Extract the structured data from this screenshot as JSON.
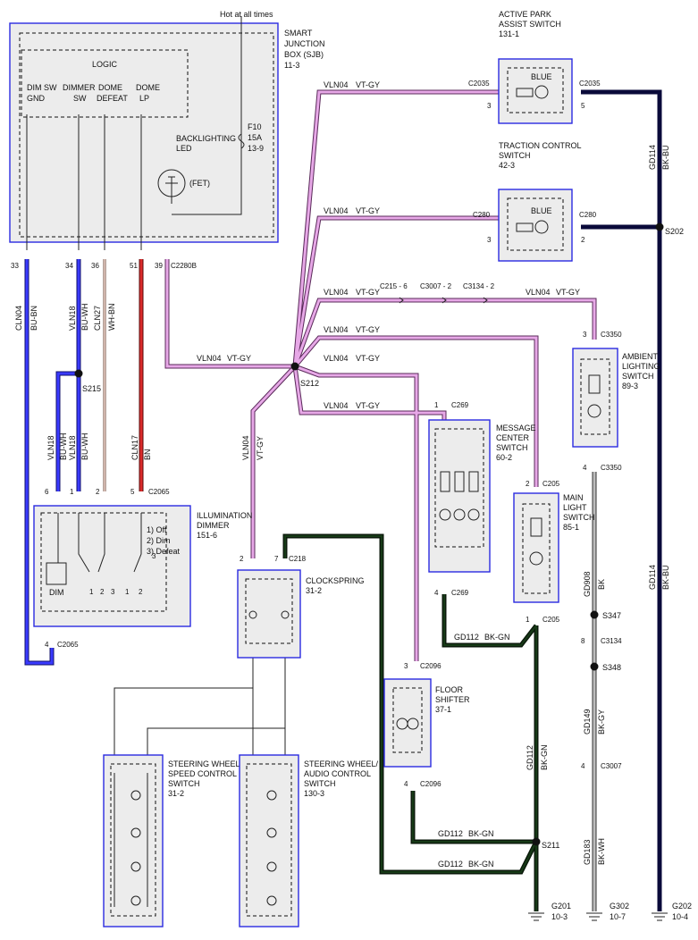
{
  "sjb": {
    "hot": "Hot at all times",
    "name": [
      "SMART",
      "JUNCTION",
      "BOX (SJB)",
      "11-3"
    ],
    "logic": "LOGIC",
    "dim_sw_gnd": [
      "DIM SW",
      "GND"
    ],
    "dimmer_sw": [
      "DIMMER",
      "SW"
    ],
    "dome_defeat": [
      "DOME",
      "DEFEAT"
    ],
    "dome_lp": [
      "DOME",
      "LP"
    ],
    "backlighting": [
      "BACKLIGHTING",
      "LED"
    ],
    "fet": "(FET)",
    "fuse": [
      "F10",
      "15A",
      "13-9"
    ],
    "pins": [
      "33",
      "34",
      "36",
      "51",
      "39"
    ],
    "connector": "C2280B"
  },
  "wires": {
    "clnoa": "CLN04",
    "bubn": "BU-BN",
    "vln18": "VLN18",
    "buwh": "BU-WH",
    "cln27": "CLN27",
    "whbn": "WH-BN",
    "cln17": "CLN17",
    "bn": "BN",
    "vln04": "VLN04",
    "vtgy": "VT-GY",
    "gd112": "GD112",
    "bkgn": "BK-GN",
    "gd114": "GD114",
    "bkbu": "BK-BU",
    "gd908": "GD908",
    "bk": "BK",
    "gd149": "GD149",
    "bkgy": "BK-GY",
    "gd183": "GD183",
    "bkwh": "BK-WH"
  },
  "splices": {
    "s215": "S215",
    "s212": "S212",
    "s202": "S202",
    "s347": "S347",
    "s348": "S348",
    "s211": "S211"
  },
  "connectors": {
    "c2035": "C2035",
    "c280": "C280",
    "c215": "C215 - 6",
    "c3007": "C3007 - 2",
    "c3134": "C3134 - 2",
    "c3350": "C3350",
    "c269": "C269",
    "c205": "C205",
    "c2065": "C2065",
    "c218": "C218",
    "c2096": "C2096",
    "c3134b": "C3134",
    "c3007b": "C3007"
  },
  "pins": {
    "p3": "3",
    "p5": "5",
    "p2": "2",
    "p1": "1",
    "p4": "4",
    "p6": "6",
    "p7": "7",
    "p8": "8"
  },
  "components": {
    "park_assist": [
      "ACTIVE PARK",
      "ASSIST SWITCH",
      "131-1"
    ],
    "traction": [
      "TRACTION CONTROL",
      "SWITCH",
      "42-3"
    ],
    "blue": "BLUE",
    "ambient": [
      "AMBIENT",
      "LIGHTING",
      "SWITCH",
      "89-3"
    ],
    "message": [
      "MESSAGE",
      "CENTER",
      "SWITCH",
      "60-2"
    ],
    "main_light": [
      "MAIN",
      "LIGHT",
      "SWITCH",
      "85-1"
    ],
    "illum": [
      "ILLUMINATION",
      "DIMMER",
      "151-6"
    ],
    "illum_opts": [
      "1) Off",
      "2) Dim",
      "3) Defeat"
    ],
    "dim": "DIM",
    "clockspring": [
      "CLOCKSPRING",
      "31-2"
    ],
    "floor": [
      "FLOOR",
      "SHIFTER",
      "37-1"
    ],
    "sw_speed": [
      "STEERING WHEEL/",
      "SPEED CONTROL",
      "SWITCH",
      "31-2"
    ],
    "sw_audio": [
      "STEERING WHEEL/",
      "AUDIO CONTROL",
      "SWITCH",
      "130-3"
    ]
  },
  "grounds": {
    "g201": [
      "G201",
      "10-3"
    ],
    "g302": [
      "G302",
      "10-7"
    ],
    "g202": [
      "G202",
      "10-4"
    ]
  }
}
